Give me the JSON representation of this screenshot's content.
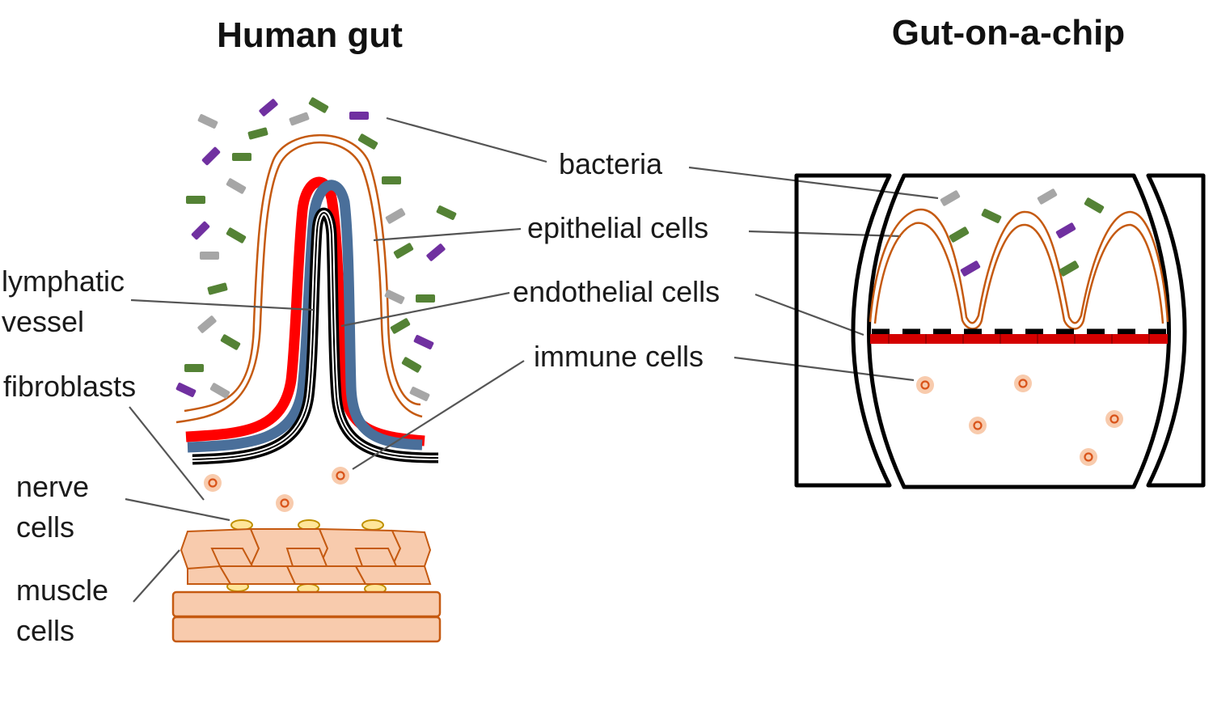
{
  "titles": {
    "human_gut": "Human gut",
    "gut_on_chip": "Gut-on-a-chip"
  },
  "labels": {
    "bacteria": "bacteria",
    "epithelial_cells": "epithelial cells",
    "endothelial_cells": "endothelial cells",
    "immune_cells": "immune cells",
    "lymphatic_line1": "lymphatic",
    "lymphatic_line2": "vessel",
    "fibroblasts": "fibroblasts",
    "nerve_line1": "nerve",
    "nerve_line2": "cells",
    "muscle_line1": "muscle",
    "muscle_line2": "cells"
  },
  "colors": {
    "bacteria_gray": "#a6a6a6",
    "bacteria_green": "#548235",
    "bacteria_purple": "#7030a0",
    "epithelial": "#c55a11",
    "endothelial_red": "#ff0000",
    "blood_vessel_blue": "#4a6f9a",
    "lymphatic": "#000000",
    "muscle_fill": "#f8cbad",
    "muscle_stroke": "#c55a11",
    "nerve_fill": "#ffe699",
    "nerve_stroke": "#bf9000",
    "membrane_red": "#c00000",
    "chip_wall": "#000000",
    "immune_cell": "#e6733c"
  }
}
